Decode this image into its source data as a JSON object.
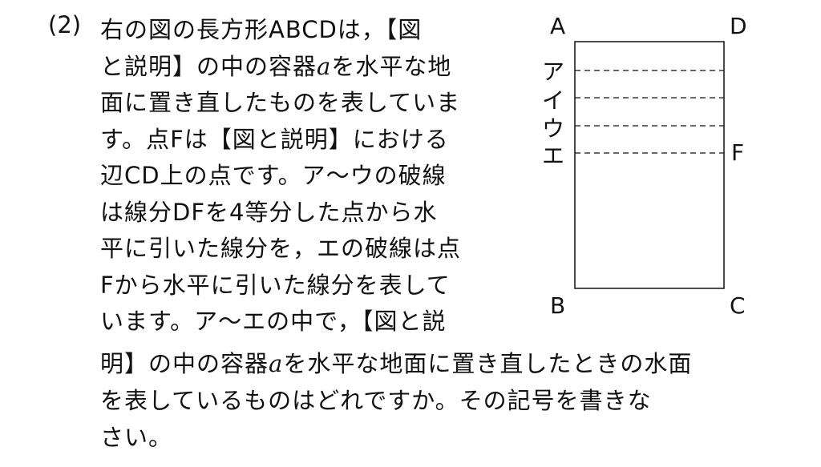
{
  "question_number": "(2)",
  "lines": [
    {
      "a": "右の図の長方形ABCDは，【図"
    },
    {
      "a": "と説明】の中の容器",
      "var": "a",
      "b": "を水平な地"
    },
    {
      "a": "面に置き直したものを表していま"
    },
    {
      "a": "す。点Fは【図と説明】における"
    },
    {
      "a": "辺CD上の点です。ア～ウの破線"
    },
    {
      "a": "は線分DFを4等分した点から水"
    },
    {
      "a": "平に引いた線分を，エの破線は点"
    },
    {
      "a": "Fから水平に引いた線分を表して"
    },
    {
      "a": "います。ア～エの中で，【図と説"
    },
    {
      "a": "明】の中の容器",
      "var": "a",
      "b": "を水平な地面に置き直したときの水面"
    },
    {
      "a": "を表しているものはどれですか。その記号を書きな"
    },
    {
      "a": "さい。"
    }
  ],
  "figure": {
    "vertices": {
      "A": "A",
      "B": "B",
      "C": "C",
      "D": "D",
      "F": "F"
    },
    "dashed_labels": [
      "ア",
      "イ",
      "ウ",
      "エ"
    ]
  }
}
